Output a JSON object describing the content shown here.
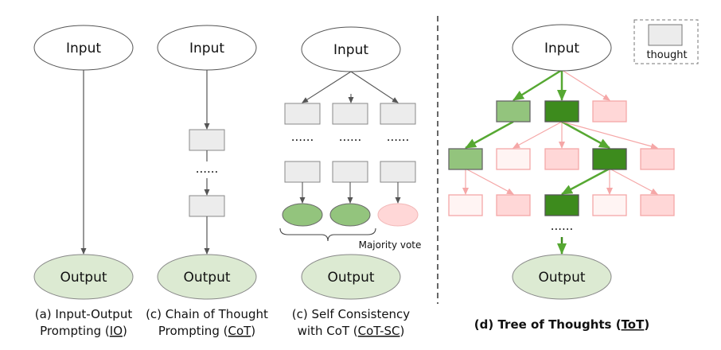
{
  "nodes": {
    "input": "Input",
    "output": "Output",
    "dots": "......"
  },
  "panels": {
    "io": {
      "caption_line1": "(a) Input-Output",
      "caption_line2_prefix": "Prompting (",
      "abbr": "IO",
      "suffix": ")"
    },
    "cot": {
      "caption_line1": "(c) Chain of Thought",
      "caption_line2_prefix": "Prompting (",
      "abbr": "CoT",
      "suffix": ")"
    },
    "cotsc": {
      "caption_line1": "(c) Self Consistency",
      "caption_line2_prefix": "with CoT (",
      "abbr": "CoT-SC",
      "suffix": ")",
      "majority_vote": "Majority vote"
    },
    "tot": {
      "caption_prefix": "(d) Tree of Thoughts (",
      "abbr": "ToT",
      "suffix": ")"
    }
  },
  "legend": {
    "label": "thought"
  },
  "colors": {
    "thought": "#ececec",
    "output": "#dcead2",
    "light_green": "#93c47d",
    "dark_green": "#3d8b1d",
    "pink": "#ffd7d7",
    "faint_pink": "#fff4f3",
    "green_edge": "#56a832",
    "pink_edge": "#f5a7a7"
  }
}
